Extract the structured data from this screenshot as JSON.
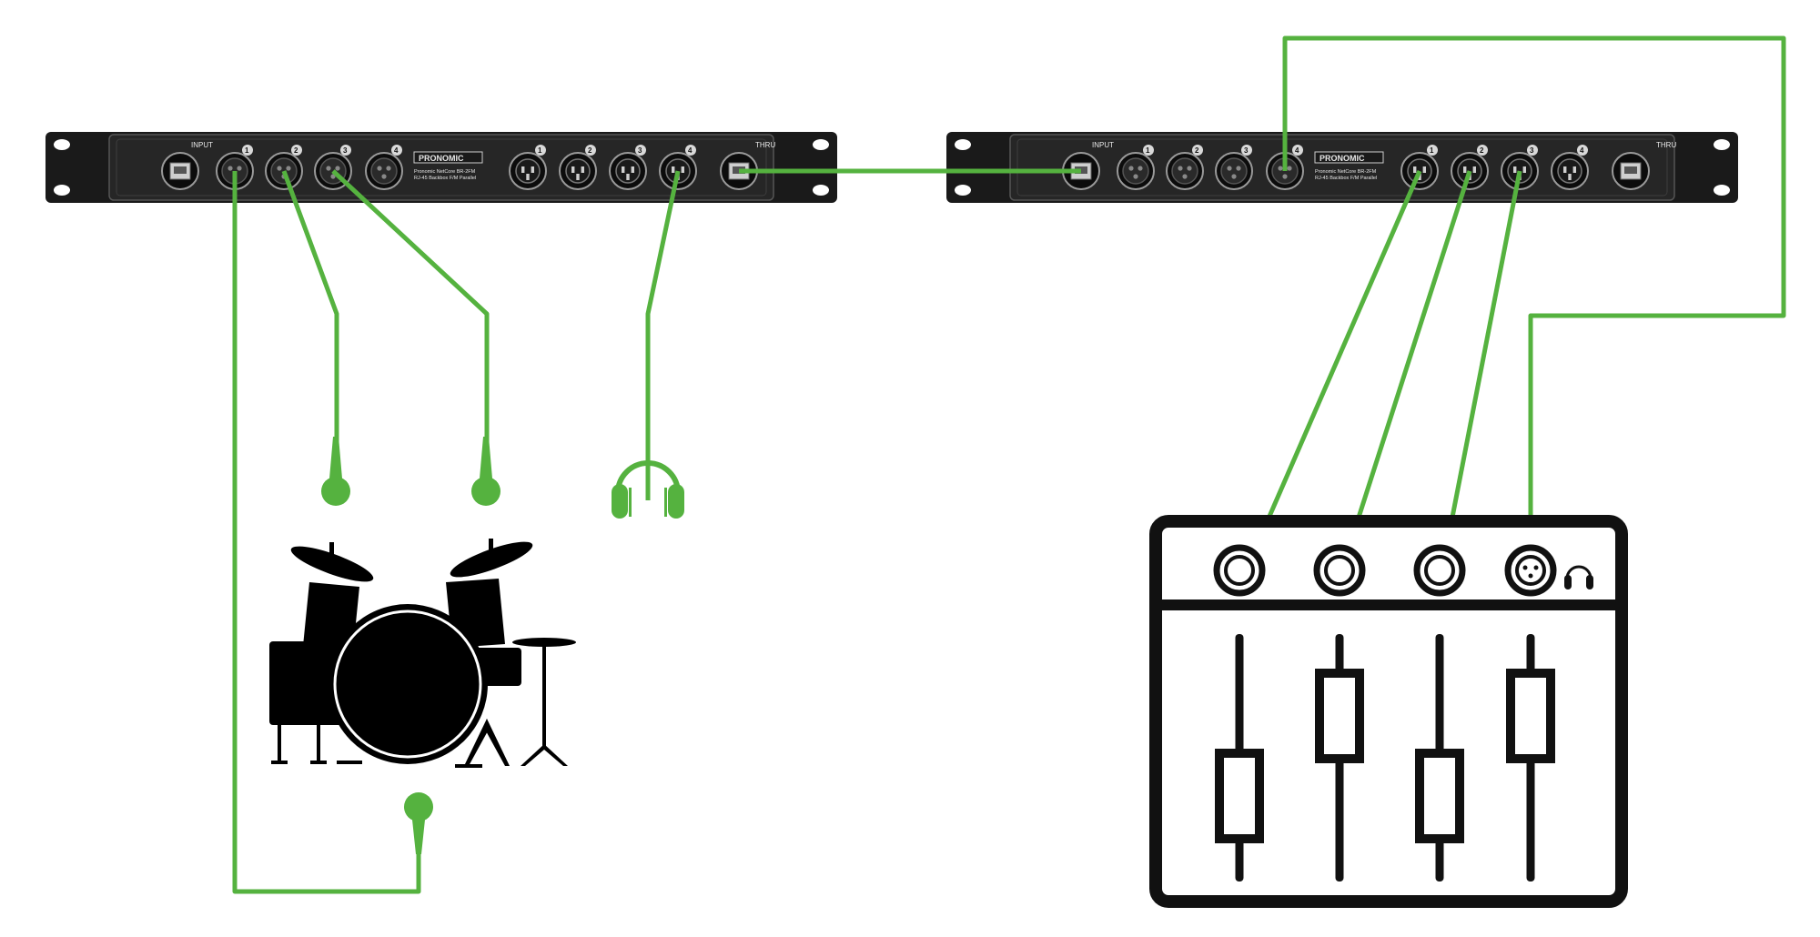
{
  "colors": {
    "cable": "#55b23f",
    "device": "#111111",
    "rack_face": "#1f1f1f",
    "rack_label": "#e8e8e8",
    "background": "#ffffff"
  },
  "devices": {
    "rack_left": {
      "input_label": "INPUT",
      "thru_label": "THRU",
      "brand": "PRONOMIC",
      "model_line1": "Pronomic NetCore BR-2FM",
      "model_line2": "RJ-45 Backbox F/M Parallel",
      "female_xlr_numbers": [
        "1",
        "2",
        "3",
        "4"
      ],
      "male_xlr_numbers": [
        "1",
        "2",
        "3",
        "4"
      ]
    },
    "rack_right": {
      "input_label": "INPUT",
      "thru_label": "THRU",
      "brand": "PRONOMIC",
      "model_line1": "Pronomic NetCore BR-2FM",
      "model_line2": "RJ-45 Backbox F/M Parallel",
      "female_xlr_numbers": [
        "1",
        "2",
        "3",
        "4"
      ],
      "male_xlr_numbers": [
        "1",
        "2",
        "3",
        "4"
      ]
    }
  },
  "icons": {
    "microphone_1": "microphone-icon",
    "microphone_2": "microphone-icon",
    "microphone_3": "microphone-icon",
    "headphones": "headphones-icon",
    "drum_kit": "drum-kit-icon",
    "mixer": "mixing-console-icon",
    "mixer_headphones": "headphones-icon"
  },
  "connections": [
    {
      "from": "rack_left.female_xlr_1",
      "to": "microphone_3"
    },
    {
      "from": "rack_left.female_xlr_2",
      "to": "microphone_1"
    },
    {
      "from": "rack_left.female_xlr_3",
      "to": "microphone_2"
    },
    {
      "from": "rack_left.male_xlr_4",
      "to": "headphones"
    },
    {
      "from": "rack_left.thru",
      "to": "rack_right.input"
    },
    {
      "from": "rack_right.male_xlr_1",
      "to": "mixer.input_1"
    },
    {
      "from": "rack_right.male_xlr_2",
      "to": "mixer.input_2"
    },
    {
      "from": "rack_right.male_xlr_3",
      "to": "mixer.input_3"
    },
    {
      "from": "rack_right.female_xlr_4",
      "to": "mixer.headphone_out"
    }
  ]
}
